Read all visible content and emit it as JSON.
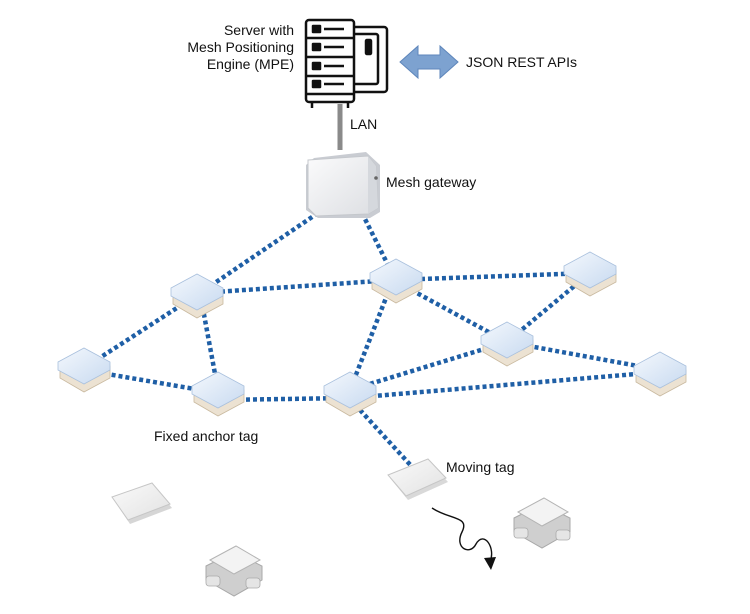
{
  "labels": {
    "server_line1": "Server with",
    "server_line2": "Mesh Positioning",
    "server_line3": "Engine (MPE)",
    "api": "JSON REST APIs",
    "lan": "LAN",
    "gateway": "Mesh gateway",
    "fixed_anchor": "Fixed anchor tag",
    "moving_tag": "Moving tag"
  },
  "colors": {
    "mesh_link": "#1f5fa6",
    "api_arrow": "#7da2d0",
    "lan_line": "#8a8a8a",
    "node_top": "#dbe8f7",
    "node_side": "#efe4d4",
    "gateway_body": "#f2f3f5"
  },
  "icons": {
    "server": "server-rack-icon",
    "api_arrow": "double-arrow-icon",
    "gateway": "mesh-gateway-device",
    "node": "anchor-tag-device",
    "moving_tag": "moving-tag-card",
    "motion_path": "motion-trail-arrow",
    "loose_tag_card": "tag-card",
    "loose_tag_box": "tag-enclosure"
  }
}
